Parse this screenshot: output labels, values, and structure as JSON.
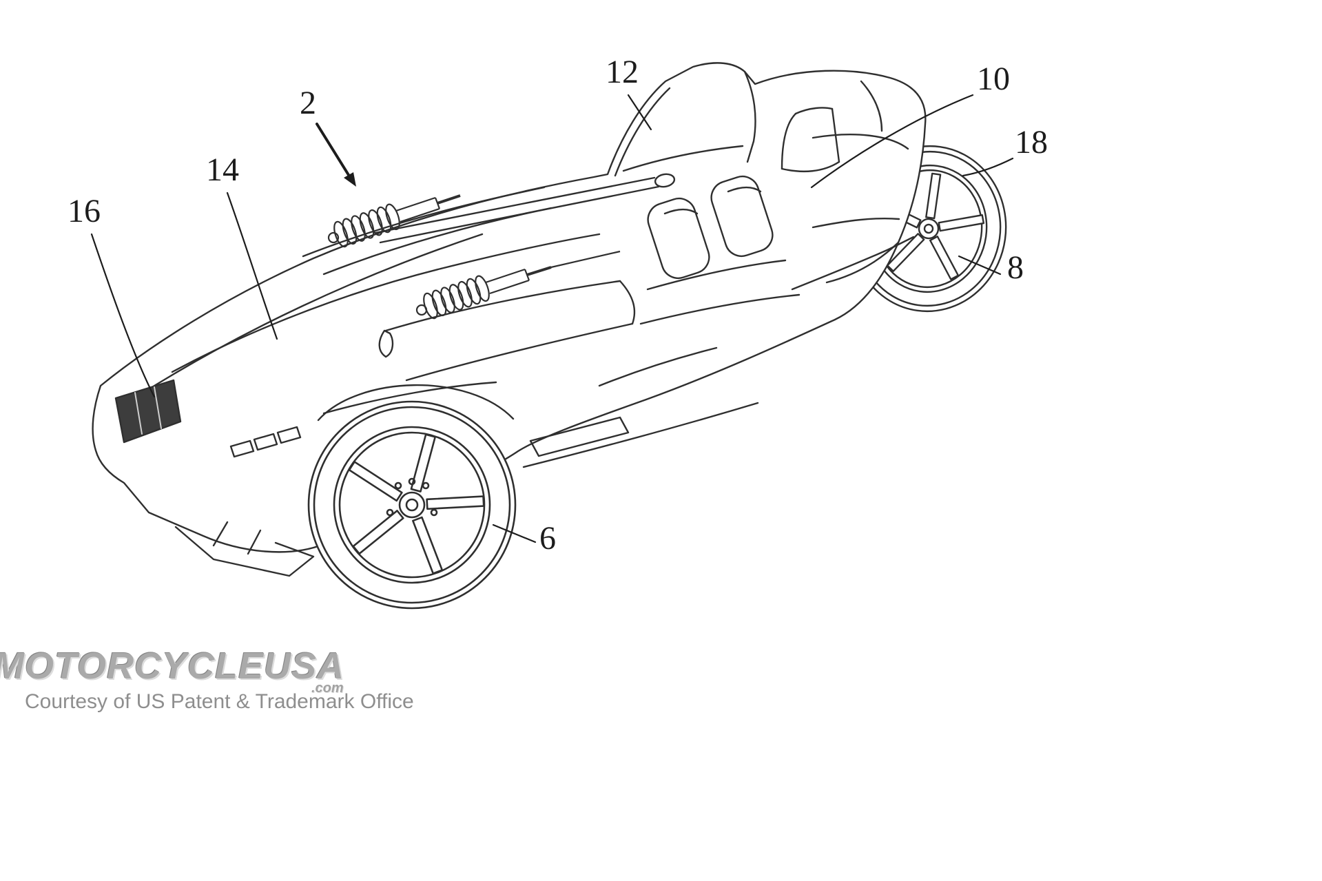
{
  "figure": {
    "labels": [
      {
        "id": "ref-2",
        "text": "2"
      },
      {
        "id": "ref-12",
        "text": "12"
      },
      {
        "id": "ref-10",
        "text": "10"
      },
      {
        "id": "ref-18",
        "text": "18"
      },
      {
        "id": "ref-8",
        "text": "8"
      },
      {
        "id": "ref-14",
        "text": "14"
      },
      {
        "id": "ref-16",
        "text": "16"
      },
      {
        "id": "ref-6",
        "text": "6"
      }
    ]
  },
  "watermark": {
    "brand": "MOTORCYCLEUSA",
    "brand_suffix": ".com",
    "courtesy": "Courtesy of US Patent & Trademark Office"
  }
}
